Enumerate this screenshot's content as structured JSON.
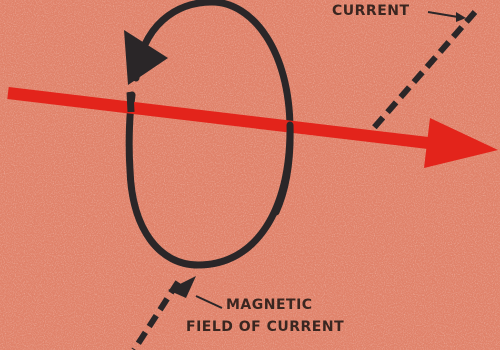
{
  "labels": {
    "current": "CURRENT",
    "magnetic_line1": "MAGNETIC",
    "magnetic_line2": "FIELD OF CURRENT"
  },
  "colors": {
    "background": "#e0826a",
    "arrow": "#e3241b",
    "loop": "#2a2628",
    "text": "#3a2620"
  }
}
